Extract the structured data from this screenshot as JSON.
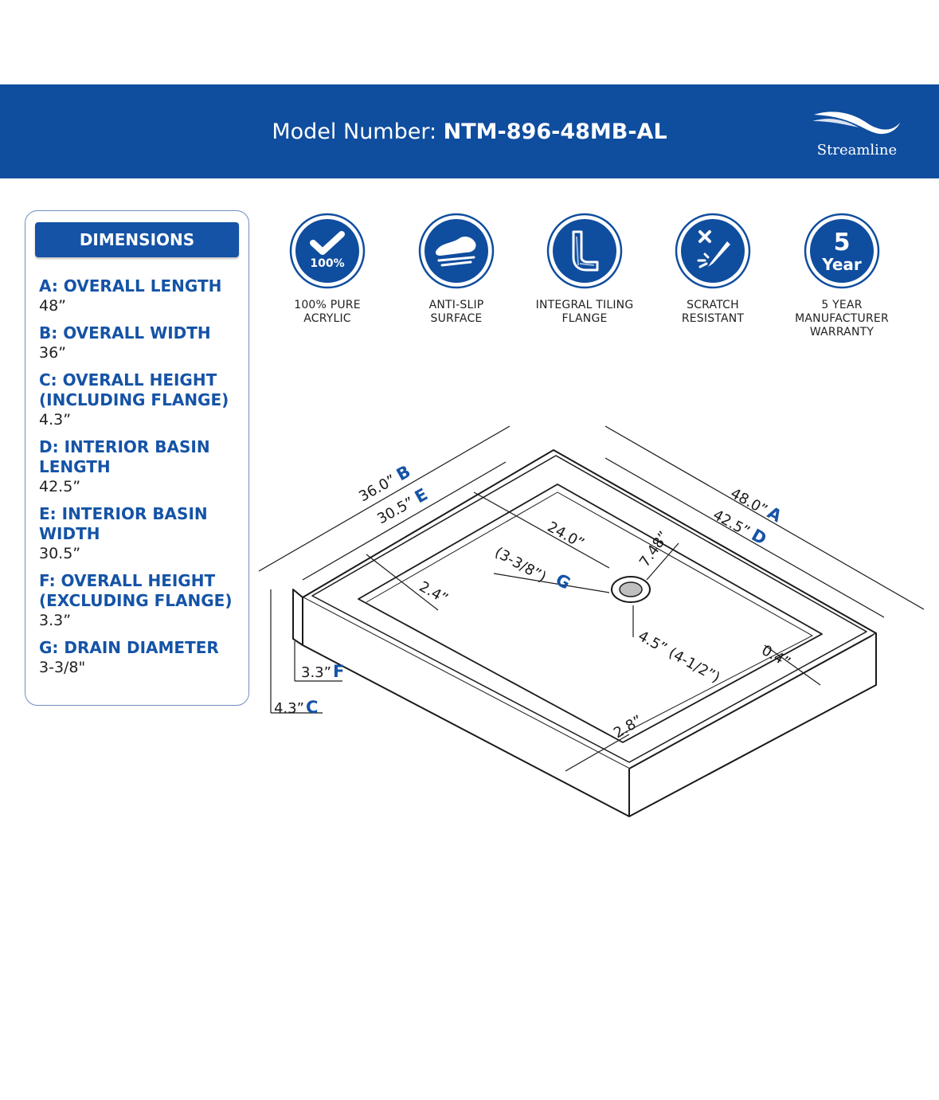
{
  "header": {
    "model_label": "Model Number: ",
    "model_value": "NTM-896-48MB-AL",
    "brand": "Streamline"
  },
  "dimensions": {
    "title": "DIMENSIONS",
    "items": [
      {
        "label": "A: OVERALL LENGTH",
        "value": "48”"
      },
      {
        "label": "B: OVERALL WIDTH",
        "value": "36”"
      },
      {
        "label": "C: OVERALL HEIGHT (INCLUDING FLANGE)",
        "value": "4.3”"
      },
      {
        "label": "D: INTERIOR BASIN LENGTH",
        "value": "42.5”"
      },
      {
        "label": "E: INTERIOR BASIN WIDTH",
        "value": "30.5”"
      },
      {
        "label": "F: OVERALL HEIGHT (EXCLUDING FLANGE)",
        "value": "3.3”"
      },
      {
        "label": "G: DRAIN DIAMETER",
        "value": "3-3/8\""
      }
    ]
  },
  "features": [
    {
      "icon": "checkmark-icon",
      "badge": "100%",
      "label": "100% PURE\nACRYLIC"
    },
    {
      "icon": "anti-slip-shoe-icon",
      "label": "ANTI-SLIP\nSURFACE"
    },
    {
      "icon": "tiling-flange-icon",
      "label": "INTEGRAL TILING\nFLANGE"
    },
    {
      "icon": "scratch-resistant-icon",
      "label": "SCRATCH\nRESISTANT"
    },
    {
      "icon": "warranty-badge-icon",
      "badge_number": "5",
      "badge_word": "Year",
      "label": "5 YEAR\nMANUFACTURER\nWARRANTY"
    }
  ],
  "diagram": {
    "a_value": "48.0”",
    "a_letter": "A",
    "d_value": "42.5”",
    "d_letter": "D",
    "b_value": "36.0”",
    "b_letter": "B",
    "e_value": "30.5”",
    "e_letter": "E",
    "g_value": "(3-3/8”)",
    "g_letter": "G",
    "f_value": "3.3”",
    "f_letter": "F",
    "c_value": "4.3”",
    "c_letter": "C",
    "dim_24": "24.0”",
    "dim_748": "7.48”",
    "dim_24b": "2.4”",
    "dim_45": "4.5” (4-1/2”)",
    "dim_04": "0.4”",
    "dim_28": "2.8”"
  },
  "colors": {
    "brand_blue": "#0f4d9e",
    "label_blue": "#1553a6"
  }
}
